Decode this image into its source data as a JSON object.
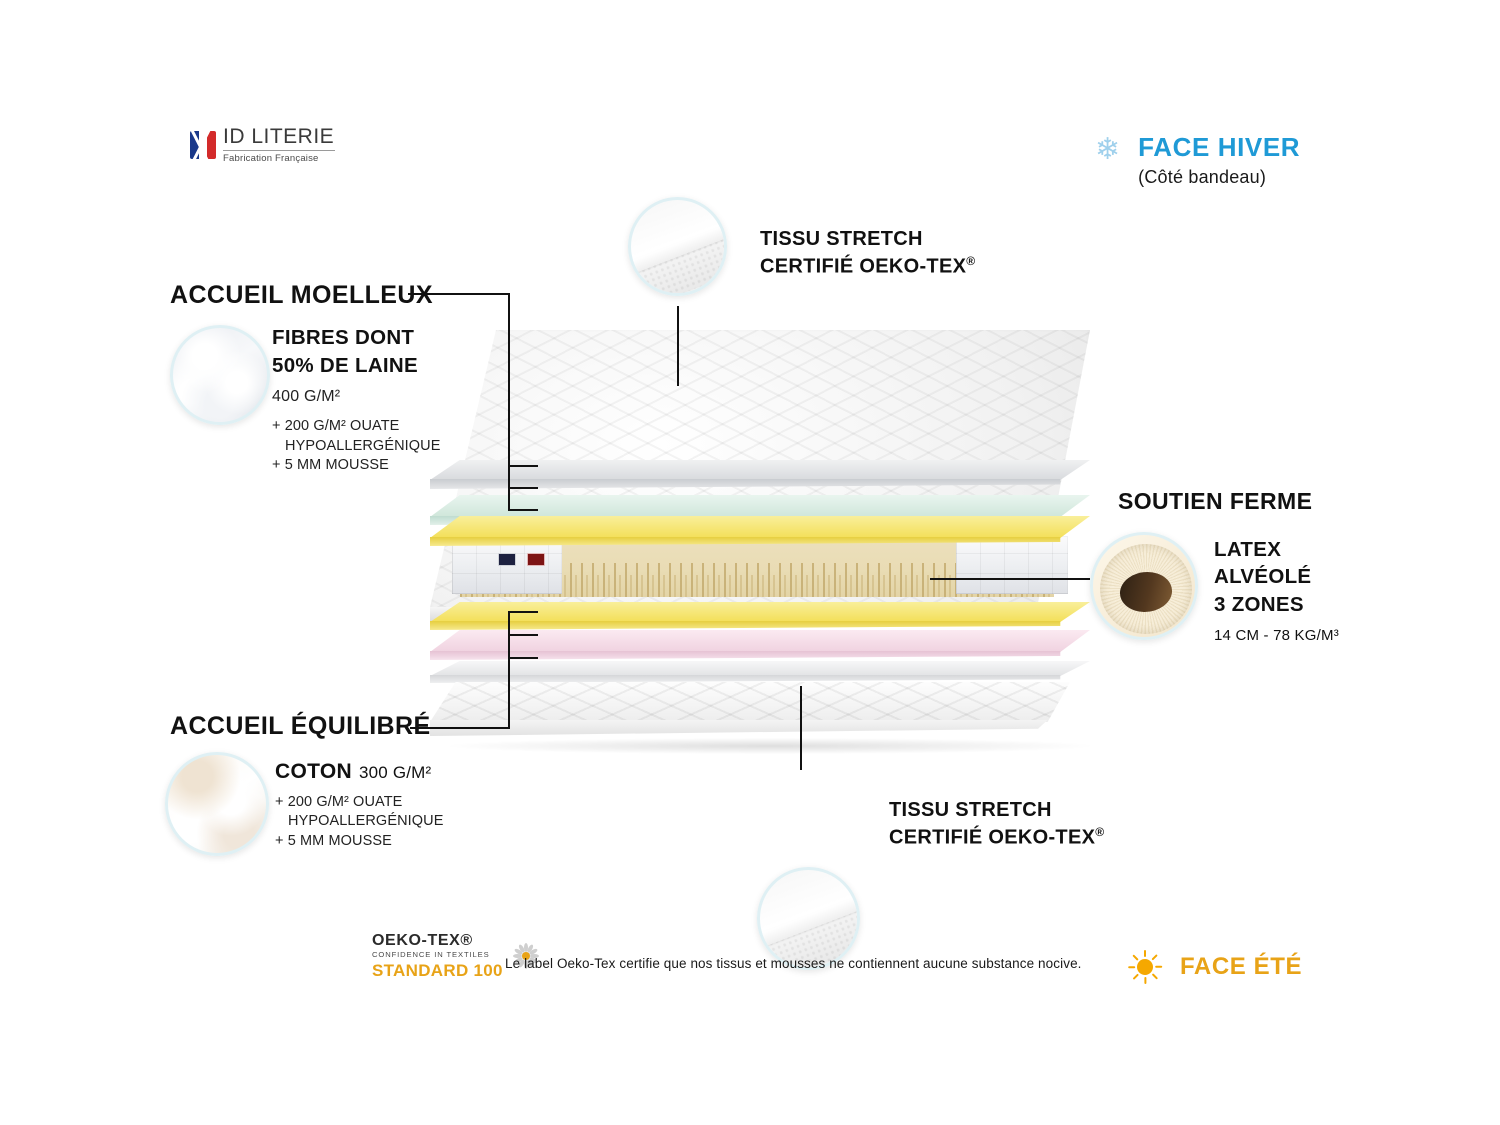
{
  "brand": {
    "name": "ID LITERIE",
    "tagline": "Fabrication Française",
    "flag_icon": "french-flag-icon"
  },
  "face_hiver": {
    "icon": "snowflake-icon",
    "title": "FACE HIVER",
    "subtitle": "(Côté bandeau)",
    "color": "#1f9ad6"
  },
  "face_ete": {
    "icon": "sun-icon",
    "title": "FACE ÉTÉ",
    "color": "#E8A317"
  },
  "callouts": {
    "moelleux": {
      "heading": "ACCUEIL MOELLEUX",
      "photo": "wool-fiber-photo",
      "line1": "FIBRES DONT",
      "line2": "50% DE LAINE",
      "weight": "400 G/M²",
      "extra1": "+ 200 G/M² OUATE",
      "extra2": "HYPOALLERGÉNIQUE",
      "extra3": "+ 5 MM MOUSSE"
    },
    "equilibre": {
      "heading": "ACCUEIL ÉQUILIBRÉ",
      "photo": "cotton-fiber-photo",
      "material": "COTON",
      "weight": "300 G/M²",
      "extra1": "+ 200 G/M² OUATE",
      "extra2": "HYPOALLERGÉNIQUE",
      "extra3": "+ 5 MM MOUSSE"
    },
    "soutien": {
      "heading": "SOUTIEN FERME",
      "photo": "latex-roll-photo",
      "line1": "LATEX",
      "line2": "ALVÉOLÉ",
      "line3": "3 ZONES",
      "spec": "14 CM - 78 KG/M³"
    },
    "tissu_top": {
      "photo": "stretch-fabric-photo",
      "line1": "TISSU STRETCH",
      "line2": "CERTIFIÉ OEKO-TEX",
      "registered": "®"
    },
    "tissu_bottom": {
      "photo": "stretch-fabric-photo",
      "line1": "TISSU STRETCH",
      "line2": "CERTIFIÉ OEKO-TEX",
      "registered": "®"
    }
  },
  "oeko_tex": {
    "line1": "OEKO-TEX®",
    "line2": "CONFIDENCE IN TEXTILES",
    "line3": "STANDARD 100",
    "flower_icon": "oeko-flower-icon",
    "caption": "Le label Oeko-Tex certifie que nos tissus et mousses ne contiennent aucune substance nocive.",
    "accent_color": "#E8A317"
  },
  "product_diagram": {
    "type": "exploded-mattress-layers",
    "layers": [
      {
        "name": "top-quilted-cover",
        "color": "#f1f1f1"
      },
      {
        "name": "grey-wadding-layer",
        "color": "#d9dbdd"
      },
      {
        "name": "mint-foam-layer",
        "color": "#d9ece3"
      },
      {
        "name": "yellow-foam-layer-top",
        "color": "#f5e06a"
      },
      {
        "name": "latex-core-3-zones",
        "color": "#e9dcb4"
      },
      {
        "name": "yellow-foam-layer-bottom",
        "color": "#f5e06a"
      },
      {
        "name": "pink-foam-layer",
        "color": "#f3d8e4"
      },
      {
        "name": "grey-wadding-layer-bottom",
        "color": "#e2e3e5"
      },
      {
        "name": "bottom-quilted-cover",
        "color": "#f5f5f5"
      }
    ]
  }
}
